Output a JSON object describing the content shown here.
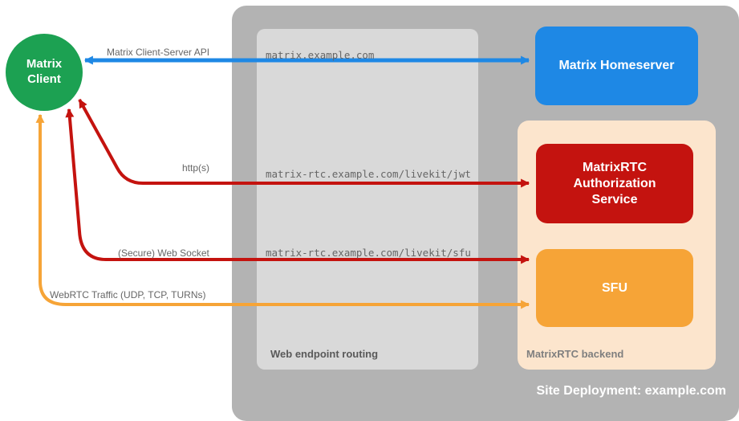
{
  "client": {
    "label": "Matrix\nClient"
  },
  "site": {
    "label": "Site Deployment: example.com"
  },
  "routing": {
    "label": "Web endpoint routing",
    "endpoints": {
      "homeserver": "matrix.example.com",
      "jwt": "matrix-rtc.example.com/livekit/jwt",
      "sfu": "matrix-rtc.example.com/livekit/sfu"
    }
  },
  "backend": {
    "label": "MatrixRTC backend",
    "nodes": {
      "auth": "MatrixRTC Authorization Service",
      "sfu": "SFU"
    }
  },
  "homeserver": {
    "label": "Matrix Homeserver"
  },
  "arrows": {
    "client_server_api": {
      "label": "Matrix Client-Server API",
      "color": "#1e88e5",
      "direction": "bidirectional"
    },
    "https": {
      "label": "http(s)",
      "color": "#c4130f",
      "direction": "bidirectional"
    },
    "websocket": {
      "label": "(Secure) Web Socket",
      "color": "#c4130f",
      "direction": "bidirectional"
    },
    "webrtc": {
      "label": "WebRTC Traffic (UDP, TCP, TURNs)",
      "color": "#f6a437",
      "direction": "bidirectional"
    }
  },
  "colors": {
    "client_green": "#1ca152",
    "homeserver_blue": "#1e88e5",
    "auth_red": "#c4130f",
    "sfu_orange": "#f6a437",
    "backend_peach": "#fce5cd",
    "site_gray": "#b3b3b3",
    "routing_gray": "#d9d9d9"
  }
}
